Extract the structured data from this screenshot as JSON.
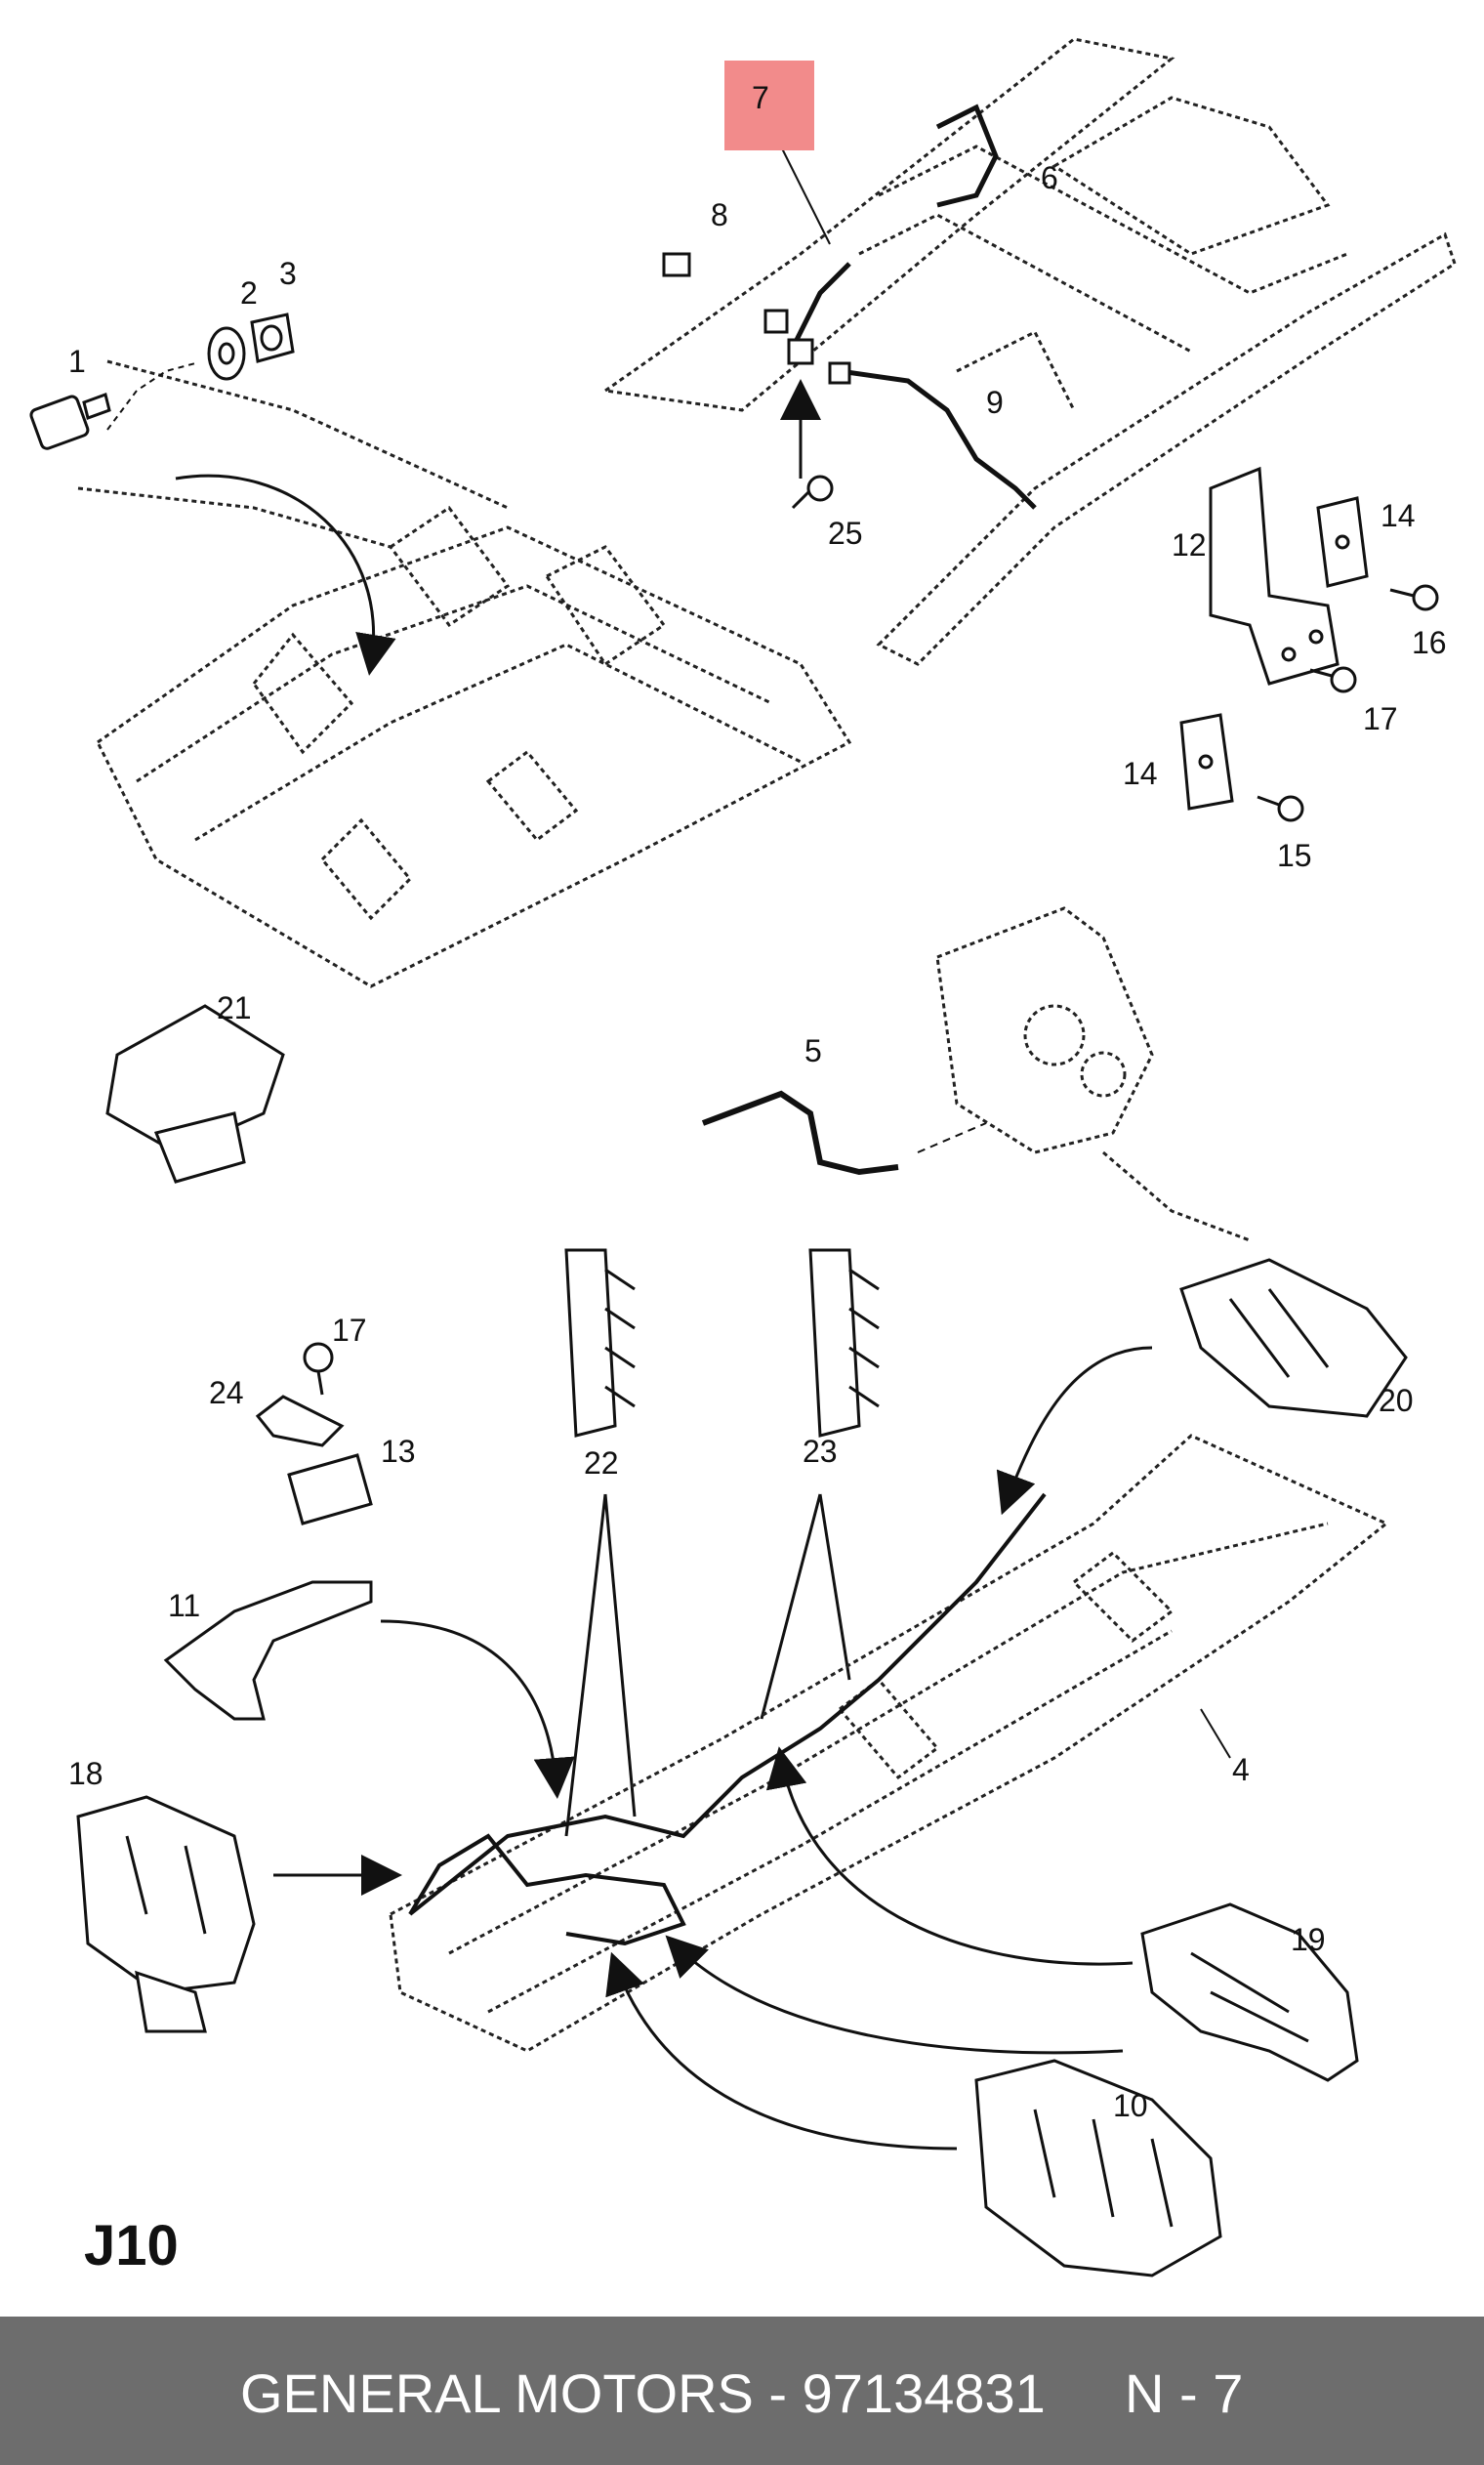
{
  "diagram": {
    "page_code": "J10",
    "callouts": [
      {
        "id": "c1",
        "label": "1"
      },
      {
        "id": "c2",
        "label": "2"
      },
      {
        "id": "c3",
        "label": "3"
      },
      {
        "id": "c4",
        "label": "4"
      },
      {
        "id": "c5",
        "label": "5"
      },
      {
        "id": "c6",
        "label": "6"
      },
      {
        "id": "c7",
        "label": "7",
        "highlighted": true
      },
      {
        "id": "c8",
        "label": "8"
      },
      {
        "id": "c9",
        "label": "9"
      },
      {
        "id": "c10",
        "label": "10"
      },
      {
        "id": "c11",
        "label": "11"
      },
      {
        "id": "c12",
        "label": "12"
      },
      {
        "id": "c13",
        "label": "13"
      },
      {
        "id": "c14a",
        "label": "14"
      },
      {
        "id": "c14b",
        "label": "14"
      },
      {
        "id": "c15",
        "label": "15"
      },
      {
        "id": "c16",
        "label": "16"
      },
      {
        "id": "c17a",
        "label": "17"
      },
      {
        "id": "c17b",
        "label": "17"
      },
      {
        "id": "c18",
        "label": "18"
      },
      {
        "id": "c19",
        "label": "19"
      },
      {
        "id": "c20",
        "label": "20"
      },
      {
        "id": "c21",
        "label": "21"
      },
      {
        "id": "c22",
        "label": "22"
      },
      {
        "id": "c23",
        "label": "23"
      },
      {
        "id": "c24",
        "label": "24"
      },
      {
        "id": "c25",
        "label": "25"
      }
    ],
    "highlight_color": "#f28b8b"
  },
  "footer": {
    "brand_part": "GENERAL MOTORS - 97134831",
    "note": "N - 7",
    "background": "#6d6d6d",
    "text_color": "#ffffff"
  }
}
